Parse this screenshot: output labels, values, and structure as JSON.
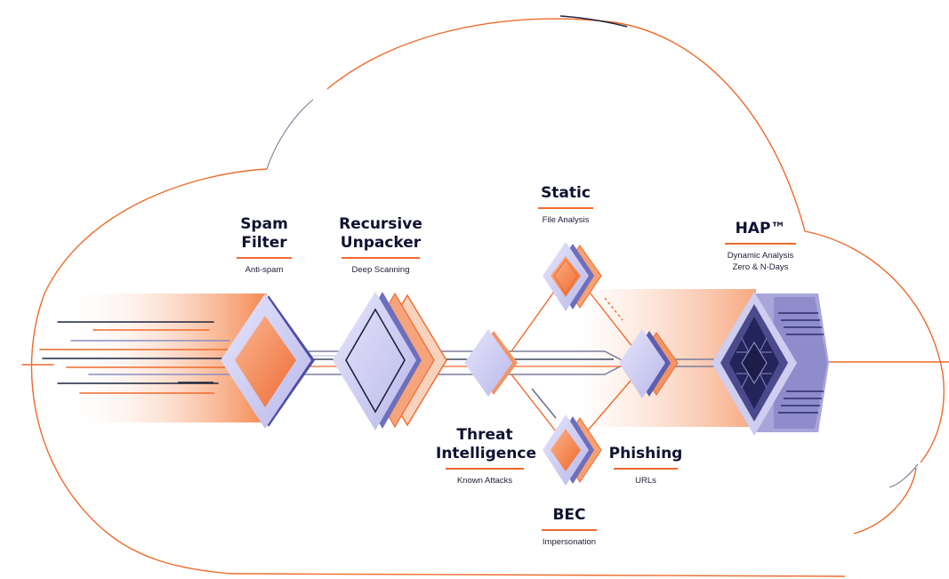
{
  "stages": [
    {
      "id": "spam",
      "title": [
        "Spam",
        "Filter"
      ],
      "subtitle": [
        "Anti-spam"
      ]
    },
    {
      "id": "unpacker",
      "title": [
        "Recursive",
        "Unpacker"
      ],
      "subtitle": [
        "Deep Scanning"
      ]
    },
    {
      "id": "static",
      "title": [
        "Static"
      ],
      "subtitle": [
        "File Analysis"
      ]
    },
    {
      "id": "threat",
      "title": [
        "Threat",
        "Intelligence"
      ],
      "subtitle": [
        "Known Attacks"
      ]
    },
    {
      "id": "phishing",
      "title": [
        "Phishing"
      ],
      "subtitle": [
        "URLs"
      ]
    },
    {
      "id": "bec",
      "title": [
        "BEC"
      ],
      "subtitle": [
        "Impersonation"
      ]
    },
    {
      "id": "hap",
      "title": [
        "HAP™"
      ],
      "subtitle": [
        "Dynamic Analysis",
        "Zero & N-Days"
      ]
    }
  ],
  "colors": {
    "orange": "#ee6a2c",
    "navy": "#1c2440",
    "violet": "#5b5fb0",
    "lavender": "#c9c8ef",
    "light_lavender": "#e3e2fa",
    "peach": "#f7a070"
  }
}
